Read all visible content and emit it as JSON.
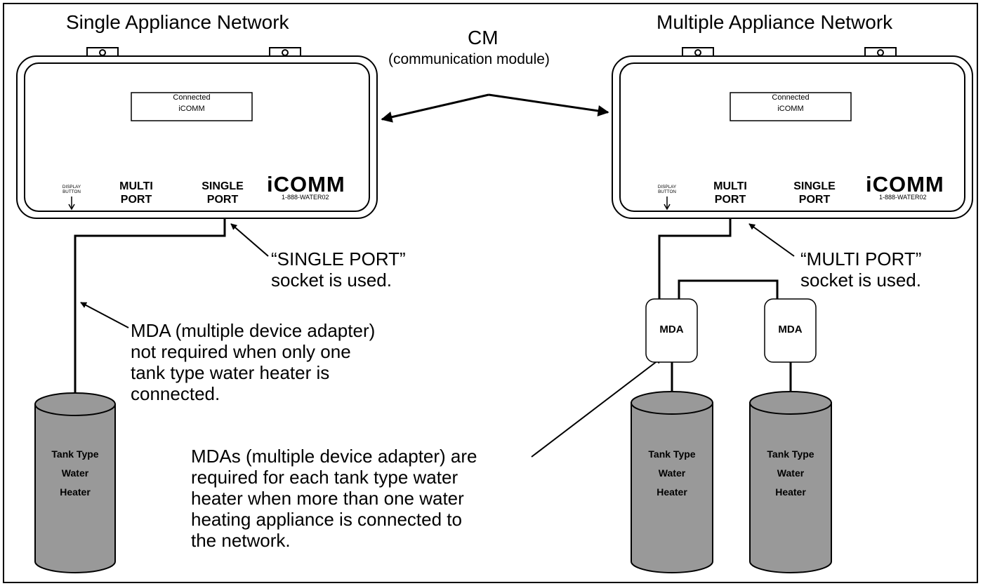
{
  "left": {
    "title": "Single Appliance Network",
    "display_text": [
      "Connected",
      "iCOMM"
    ],
    "display_button": [
      "DISPLAY",
      "BUTTON"
    ],
    "multi_port": [
      "MULTI",
      "PORT"
    ],
    "single_port": [
      "SINGLE",
      "PORT"
    ],
    "logo": "iCOMM",
    "phone": "1-888-WATER02",
    "port_callout": [
      "“SINGLE PORT”",
      "socket is used."
    ],
    "mda_note": [
      "MDA (multiple device adapter)",
      "not required when only one",
      "tank type water heater is",
      "connected."
    ],
    "tank": [
      "Tank Type",
      "Water",
      "Heater"
    ]
  },
  "center": {
    "cm_label": "CM",
    "cm_sub": "(communication module)",
    "mdas_note": [
      "MDAs (multiple device adapter) are",
      "required for each tank type water",
      "heater when more than one water",
      "heating appliance is connected to",
      "the network."
    ]
  },
  "right": {
    "title": "Multiple Appliance Network",
    "display_text": [
      "Connected",
      "iCOMM"
    ],
    "display_button": [
      "DISPLAY",
      "BUTTON"
    ],
    "multi_port": [
      "MULTI",
      "PORT"
    ],
    "single_port": [
      "SINGLE",
      "PORT"
    ],
    "logo": "iCOMM",
    "phone": "1-888-WATER02",
    "port_callout": [
      "“MULTI PORT”",
      "socket is used."
    ],
    "mda_label": "MDA",
    "tank": [
      "Tank Type",
      "Water",
      "Heater"
    ]
  },
  "colors": {
    "tank_fill": "#999999",
    "stroke": "#000000"
  }
}
